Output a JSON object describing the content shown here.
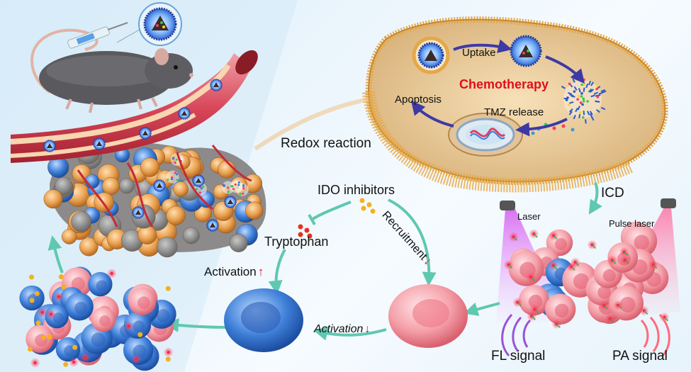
{
  "labels": {
    "uptake": "Uptake",
    "chemotherapy": "Chemotherapy",
    "apoptosis": "Apoptosis",
    "tmz_release": "TMZ release",
    "redox_reaction": "Redox reaction",
    "ido_inhibitors": "IDO inhibitors",
    "tryptophan": "Tryptophan",
    "recruitment": "Recruitment",
    "activation_left": "Activation",
    "activation_bottom": "Activation",
    "icd": "ICD",
    "laser": "Laser",
    "pulse_laser": "Pulse laser",
    "fl_signal": "FL signal",
    "pa_signal": "PA signal"
  },
  "arrows": {
    "up": "↑",
    "down": "↓"
  },
  "colors": {
    "accent_red": "#e0101a",
    "cycle_arrow": "#5fc8b0",
    "cell_blue": "#3b7fd6",
    "cell_pink": "#f39aa6",
    "vessel": "#d8475a"
  }
}
